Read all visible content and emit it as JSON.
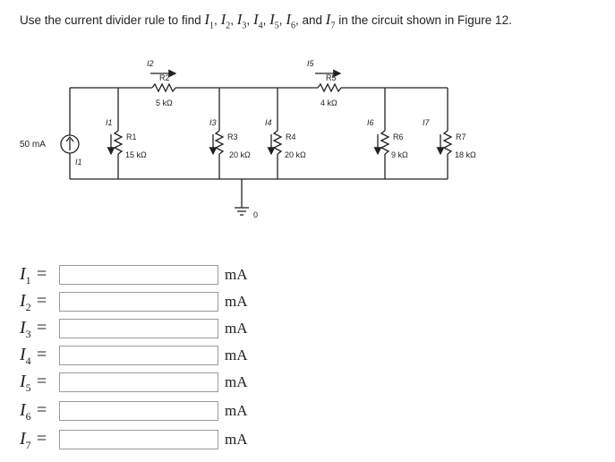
{
  "question": {
    "prefix": "Use the current divider rule to find",
    "vars": [
      "I1",
      "I2",
      "I3",
      "I4",
      "I5",
      "I6"
    ],
    "and": "and",
    "last_var": "I7",
    "suffix": "in the circuit shown in Figure 12."
  },
  "circuit": {
    "source": "50 mA",
    "currents": [
      "I1",
      "I2",
      "I3",
      "I4",
      "I5",
      "I6",
      "I7"
    ],
    "resistors": [
      {
        "name": "R1",
        "value": "15 kΩ"
      },
      {
        "name": "R2",
        "value": "5 kΩ"
      },
      {
        "name": "R3",
        "value": "20 kΩ"
      },
      {
        "name": "R4",
        "value": "20 kΩ"
      },
      {
        "name": "R5",
        "value": "4 kΩ"
      },
      {
        "name": "R6",
        "value": "9 kΩ"
      },
      {
        "name": "R7",
        "value": "18 kΩ"
      }
    ],
    "ground": "0"
  },
  "answers": [
    {
      "label": "I",
      "sub": "1",
      "eq": "=",
      "value": "",
      "unit": "mA"
    },
    {
      "label": "I",
      "sub": "2",
      "eq": "=",
      "value": "",
      "unit": "mA"
    },
    {
      "label": "I",
      "sub": "3",
      "eq": "=",
      "value": "",
      "unit": "mA"
    },
    {
      "label": "I",
      "sub": "4",
      "eq": "=",
      "value": "",
      "unit": "mA"
    },
    {
      "label": "I",
      "sub": "5",
      "eq": "=",
      "value": "",
      "unit": "mA"
    },
    {
      "label": "I",
      "sub": "6",
      "eq": "=",
      "value": "",
      "unit": "mA"
    },
    {
      "label": "I",
      "sub": "7",
      "eq": "=",
      "value": "",
      "unit": "mA"
    }
  ]
}
